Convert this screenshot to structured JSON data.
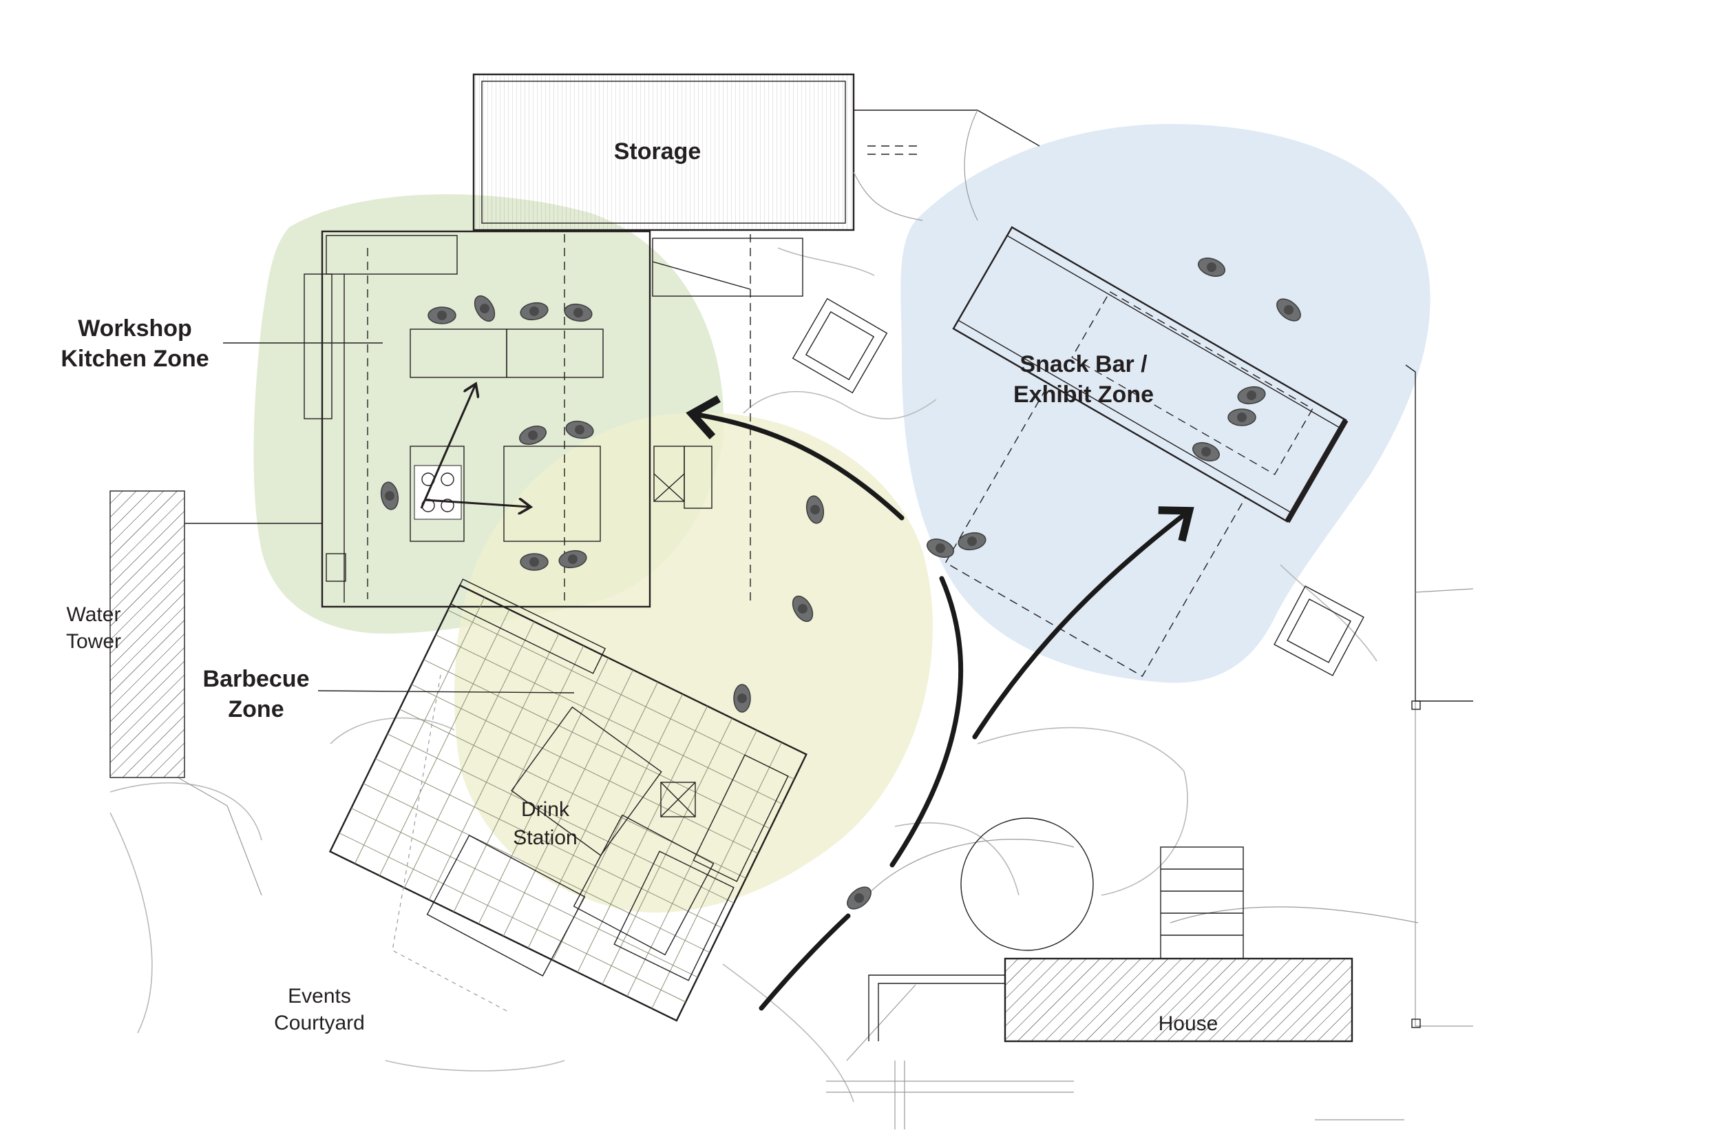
{
  "labels": {
    "storage": "Storage",
    "workshop_line1": "Workshop",
    "workshop_line2": "Kitchen Zone",
    "barbecue_line1": "Barbecue",
    "barbecue_line2": "Zone",
    "snack_line1": "Snack Bar /",
    "snack_line2": "Exhibit Zone",
    "water_line1": "Water",
    "water_line2": "Tower",
    "drink_line1": "Drink",
    "drink_line2": "Station",
    "events_line1": "Events",
    "events_line2": "Courtyard",
    "house": "House"
  },
  "zone_colors": {
    "workshop_kitchen": "#dde8cc",
    "barbecue": "#eef0d0",
    "snack_exhibit": "#dde8f3"
  },
  "icons": {
    "person": "person-figure-icon",
    "flow_arrow": "circulation-arrow-icon",
    "grill": "grill-icon"
  }
}
